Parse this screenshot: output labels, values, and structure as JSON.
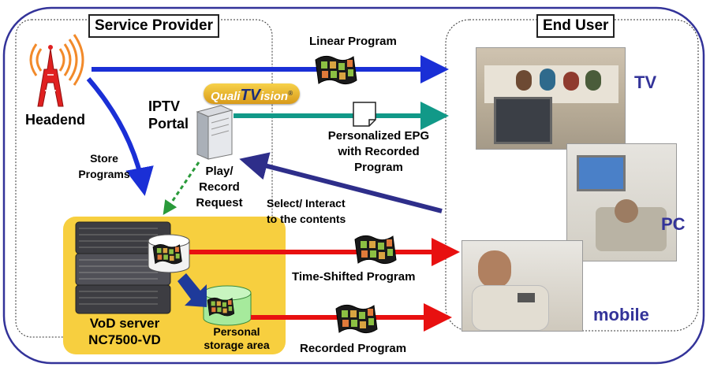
{
  "provider": {
    "title": "Service Provider"
  },
  "enduser": {
    "title": "End User"
  },
  "headend": {
    "label": "Headend"
  },
  "portal": {
    "label": "IPTV Portal",
    "line1": "IPTV",
    "line2": "Portal"
  },
  "logo": {
    "prefix": "Quali",
    "tv": "TV",
    "suffix": "ision",
    "mark": "®"
  },
  "arrows": {
    "linear": "Linear Program",
    "epg_l1": "Personalized EPG",
    "epg_l2": "with Recorded",
    "epg_l3": "Program",
    "store_l1": "Store",
    "store_l2": "Programs",
    "play_l1": "Play/",
    "play_l2": "Record",
    "play_l3": "Request",
    "select_l1": "Select/ Interact",
    "select_l2": "to the contents",
    "timeshift": "Time-Shifted Program",
    "recorded": "Recorded Program"
  },
  "vod": {
    "l1": "VoD server",
    "l2": "NC7500-VD"
  },
  "storage": {
    "l1": "Personal",
    "l2": "storage area"
  },
  "devices": {
    "tv": "TV",
    "pc": "PC",
    "mobile": "mobile"
  },
  "colors": {
    "blue": "#1a2fd6",
    "navy": "#2e2e8a",
    "teal": "#119988",
    "red": "#e81010",
    "green_dash": "#2a9a3a",
    "vod_bg": "#f7cf3f",
    "frame": "#333399"
  }
}
